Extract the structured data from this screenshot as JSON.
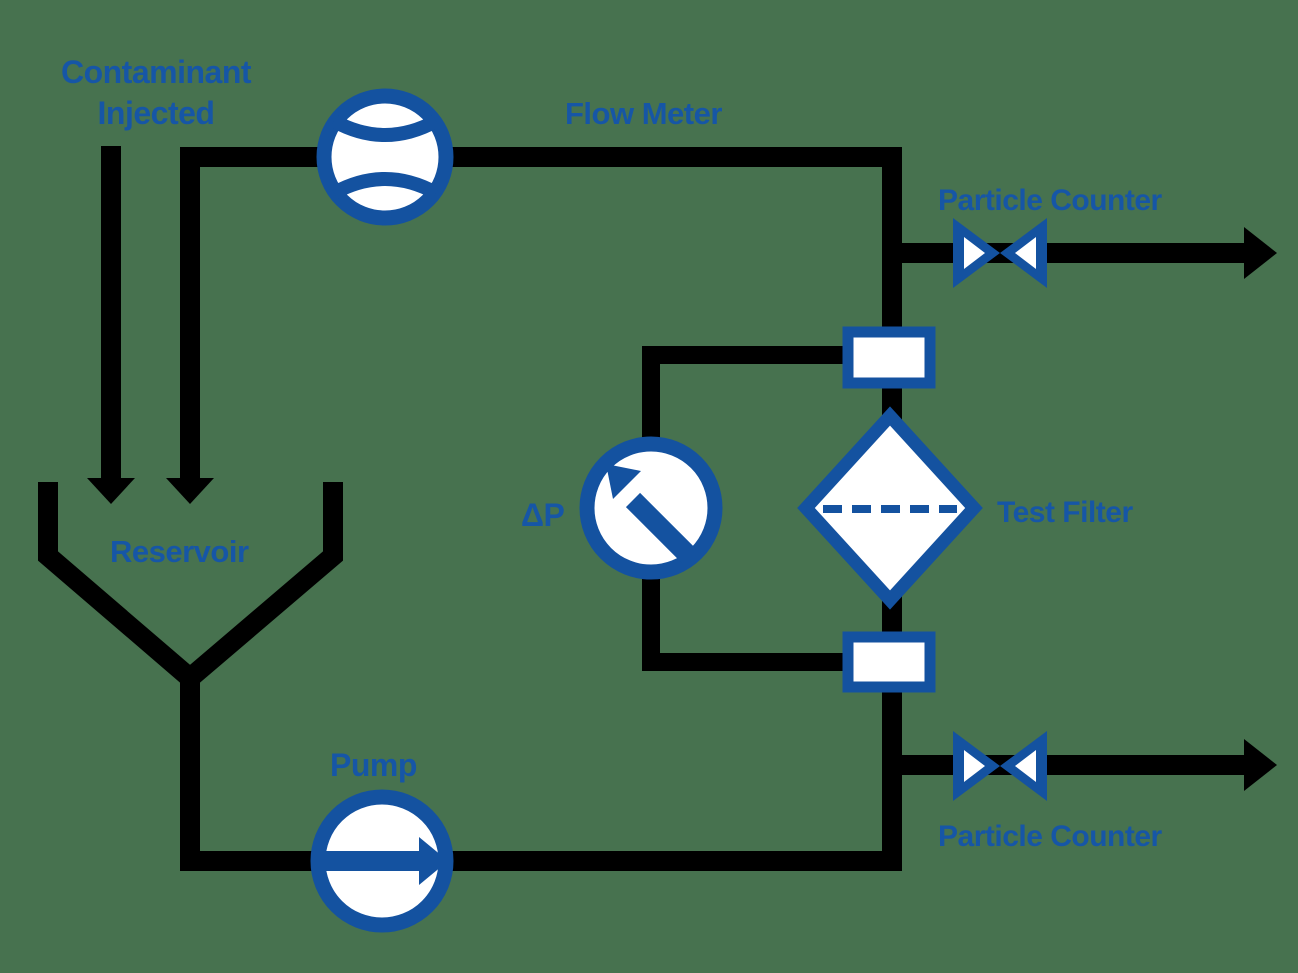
{
  "background_color": "#47724F",
  "colors": {
    "pipe": "#000000",
    "component": "#1452A0",
    "label": "#1656A6",
    "symbol_fill": "#FFFFFF"
  },
  "labels": {
    "contaminant_line1": "Contaminant",
    "contaminant_line2": "Injected",
    "flow_meter": "Flow Meter",
    "particle_counter_top": "Particle Counter",
    "test_filter": "Test Filter",
    "delta_p": "ΔP",
    "reservoir": "Reservoir",
    "pump": "Pump",
    "particle_counter_bottom": "Particle Counter"
  },
  "icons": [
    "flow-meter-icon",
    "pump-icon",
    "delta-p-gauge-icon",
    "test-filter-diamond-icon",
    "valve-top-icon",
    "valve-bottom-icon",
    "reservoir-funnel-icon",
    "contaminant-arrow-icon",
    "return-arrow-icon",
    "outlet-arrow-top-icon",
    "outlet-arrow-bottom-icon",
    "fitting-top-icon",
    "fitting-bottom-icon"
  ]
}
